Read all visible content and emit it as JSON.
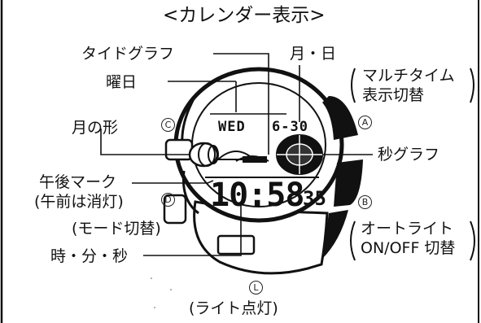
{
  "title": "<カレンダー表示>",
  "labels": {
    "tide_graph": "タイドグラフ",
    "month_day": "月・日",
    "weekday": "曜日",
    "multi_time": "マルチタイム",
    "switch_display": "表示切替",
    "moon_shape": "月の形",
    "seconds_graph": "秒グラフ",
    "pm_mark": "午後マーク",
    "am_off": "(午前は消灯)",
    "mode_switch": "(モード切替)",
    "hms": "時・分・秒",
    "auto_light": "オートライト",
    "on_off_switch": "ON/OFF 切替",
    "light_on": "(ライト点灯)"
  },
  "buttons": {
    "a": "A",
    "b": "B",
    "c": "C",
    "d": "D",
    "l": "L"
  },
  "display": {
    "weekday": "WED",
    "date": "6-30",
    "time": "10:58",
    "seconds": "35"
  }
}
